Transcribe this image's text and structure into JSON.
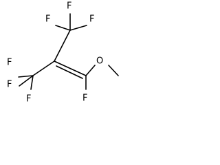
{
  "molecule": {
    "labels": {
      "f_top_left": "F",
      "f_top_middle": "F",
      "f_top_right": "F",
      "f_left_upper": "F",
      "f_left_lower": "F",
      "f_bottom_left": "F",
      "o_methoxy": "O",
      "f_vinylic": "F"
    }
  }
}
